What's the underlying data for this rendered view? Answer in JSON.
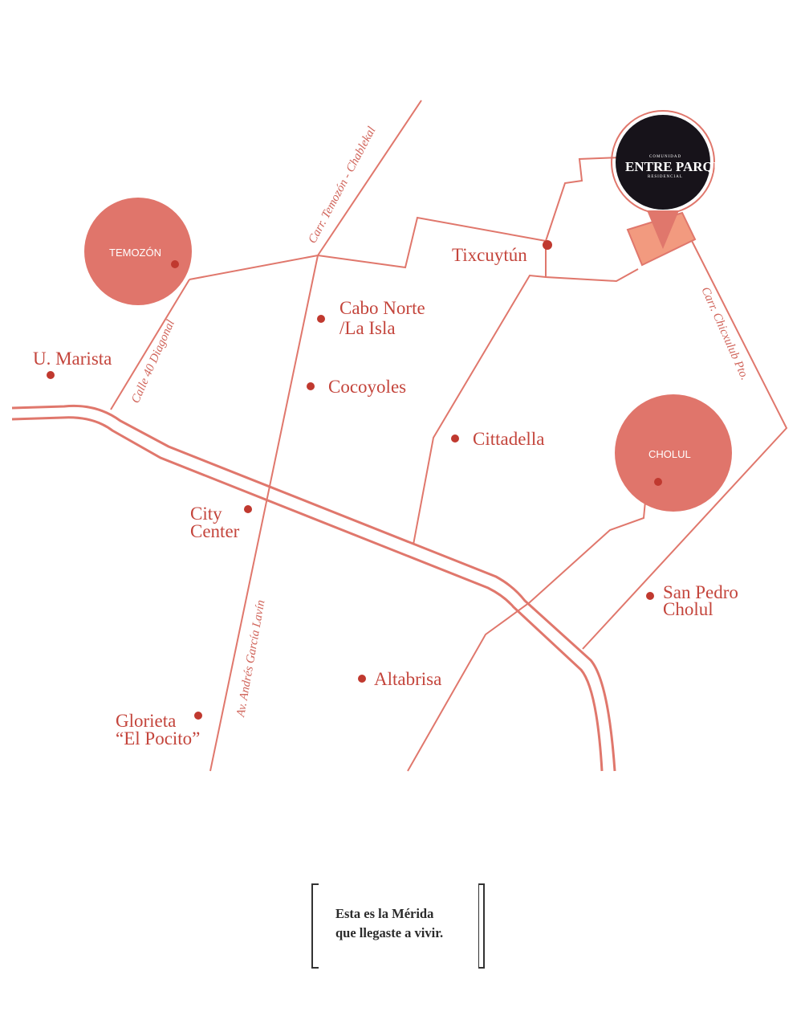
{
  "map": {
    "brand": {
      "top": "COMUNIDAD",
      "name": "ENTRE PARQUES",
      "bottom": "RESIDENCIAL",
      "color": "#17131a"
    },
    "towns": {
      "temozon": "TEMOZÓN",
      "cholul": "CHOLUL"
    },
    "places": {
      "tixcuytun": "Tixcuytún",
      "cabo_norte_1": "Cabo Norte",
      "cabo_norte_2": "/La Isla",
      "cocoyoles": "Cocoyoles",
      "cittadella": "Cittadella",
      "u_marista": "U. Marista",
      "city_center_1": "City",
      "city_center_2": "Center",
      "san_pedro_1": "San Pedro",
      "san_pedro_2": "Cholul",
      "altabrisa": "Altabrisa",
      "glorieta_1": "Glorieta",
      "glorieta_2": "“El Pocito”"
    },
    "roads": {
      "temozon_chablekal": "Carr. Temozón - Chablekal",
      "calle_40": "Calle 40 Diagonal",
      "chicxulub": "Carr. Chicxulub Pto.",
      "garcia_lavin": "Av. Andrés García Lavín"
    },
    "colors": {
      "road": "#e0776c",
      "circle": "#e0756b",
      "dot": "#c0392f",
      "label": "#c4453c"
    }
  },
  "tagline": {
    "line1": "Esta es la Mérida",
    "line2": "que llegaste a vivir."
  }
}
